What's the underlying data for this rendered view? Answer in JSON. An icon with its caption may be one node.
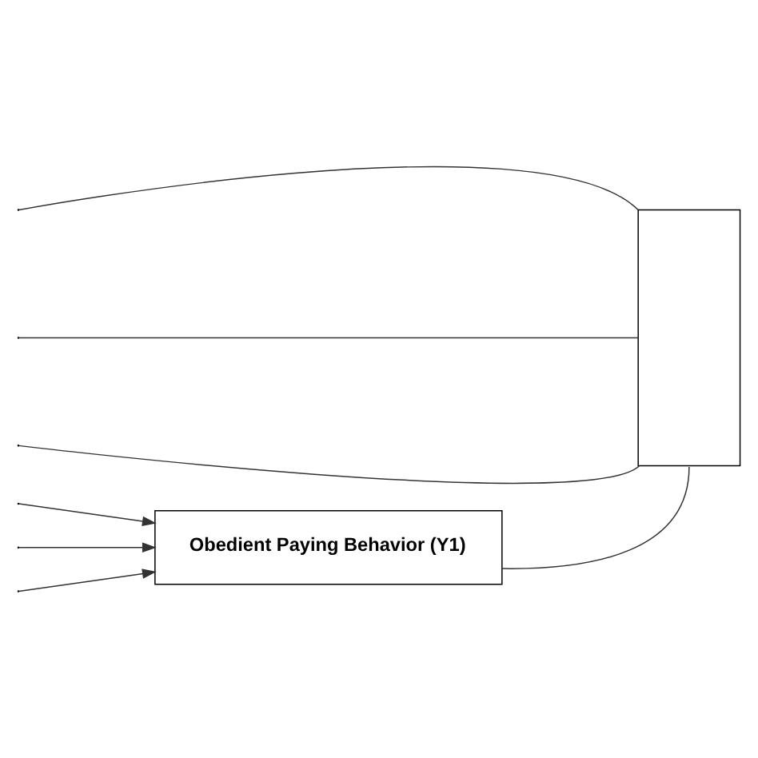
{
  "diagram": {
    "nodes": [
      {
        "text": [
          "Obedient Paying Behavior (Y1)"
        ]
      },
      {
        "text": [],
        "shape": "box"
      }
    ],
    "edges": [
      {
        "from": null,
        "to": 0,
        "arrow": "to"
      },
      {
        "from": null,
        "to": 1,
        "arrow": "none"
      },
      {
        "from": null,
        "to": 0,
        "arrow": "to"
      },
      {
        "from": null,
        "to": 1,
        "arrow": "none"
      },
      {
        "from": null,
        "to": 0,
        "arrow": "to"
      },
      {
        "from": null,
        "to": 1,
        "arrow": "none"
      },
      {
        "from": 0,
        "to": 1,
        "arrow": "none"
      }
    ]
  }
}
